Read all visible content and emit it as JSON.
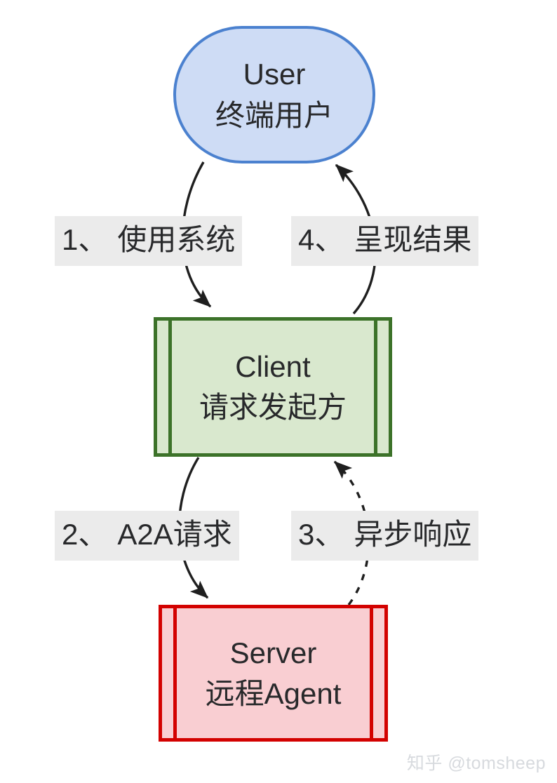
{
  "diagram": {
    "type": "flowchart",
    "direction": "top-down",
    "background": "#ffffff",
    "nodes": [
      {
        "id": "user",
        "shape": "stadium",
        "label_en": "User",
        "label_cn": "终端用户",
        "fill": "#cedcf5",
        "stroke": "#4b81cf"
      },
      {
        "id": "client",
        "shape": "subroutine",
        "label_en": "Client",
        "label_cn": "请求发起方",
        "fill": "#d9e8ce",
        "stroke": "#3c7229"
      },
      {
        "id": "server",
        "shape": "subroutine",
        "label_en": "Server",
        "label_cn": "远程Agent",
        "fill": "#f9ced2",
        "stroke": "#d30100"
      }
    ],
    "edges": [
      {
        "id": "edge-1",
        "from": "user",
        "to": "client",
        "number": "1、",
        "text": "使用系统",
        "style": "solid",
        "arrow": "filled",
        "label_bg": "#ebebeb"
      },
      {
        "id": "edge-2",
        "from": "client",
        "to": "server",
        "number": "2、",
        "text": "A2A请求",
        "style": "solid",
        "arrow": "filled",
        "label_bg": "#ebebeb"
      },
      {
        "id": "edge-3",
        "from": "server",
        "to": "client",
        "number": "3、",
        "text": "异步响应",
        "style": "dashed",
        "arrow": "filled",
        "label_bg": "#ebebeb"
      },
      {
        "id": "edge-4",
        "from": "client",
        "to": "user",
        "number": "4、",
        "text": "呈现结果",
        "style": "solid",
        "arrow": "filled",
        "label_bg": "#ebebeb"
      }
    ],
    "edge_stroke": "#1f1f1f"
  },
  "watermark": {
    "text": "知乎 @tomsheep",
    "color": "#d7dade"
  }
}
